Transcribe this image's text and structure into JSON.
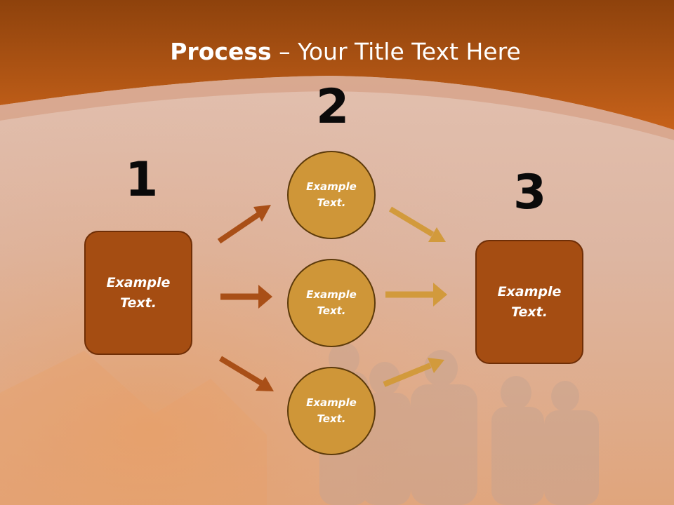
{
  "title": {
    "bold": "Process",
    "rest": " – Your Title Text Here"
  },
  "steps": {
    "one": {
      "number": "1",
      "label": "Example\nText."
    },
    "two": {
      "number": "2"
    },
    "three": {
      "number": "3",
      "label": "Example\nText."
    }
  },
  "circles": [
    {
      "label": "Example\nText."
    },
    {
      "label": "Example\nText."
    },
    {
      "label": "Example\nText."
    }
  ],
  "colors": {
    "header": "#c45e14",
    "box": "#a54d12",
    "circle": "#cf9638",
    "arrow_left": "#a94f17",
    "arrow_right": "#d29a3c"
  }
}
